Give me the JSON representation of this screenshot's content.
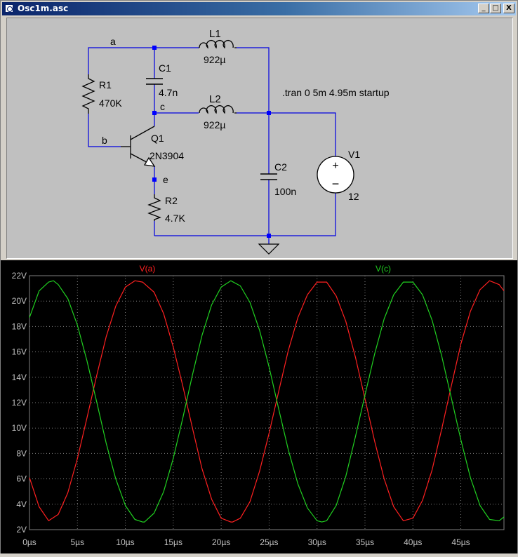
{
  "window": {
    "title": "Osc1m.asc",
    "minimize": "_",
    "maximize": "□",
    "close": "X"
  },
  "schematic": {
    "nodes": {
      "a": "a",
      "b": "b",
      "c": "c",
      "e": "e"
    },
    "components": {
      "L1": {
        "name": "L1",
        "value": "922µ"
      },
      "L2": {
        "name": "L2",
        "value": "922µ"
      },
      "C1": {
        "name": "C1",
        "value": "4.7n"
      },
      "C2": {
        "name": "C2",
        "value": "100n"
      },
      "R1": {
        "name": "R1",
        "value": "470K"
      },
      "R2": {
        "name": "R2",
        "value": "4.7K"
      },
      "Q1": {
        "name": "Q1",
        "value": "2N3904"
      },
      "V1": {
        "name": "V1",
        "value": "12"
      }
    },
    "directive": ".tran 0 5m 4.95m startup"
  },
  "chart_data": {
    "type": "line",
    "title": "",
    "xlabel": "",
    "ylabel": "",
    "xlim": [
      0,
      49.5
    ],
    "ylim": [
      2,
      22
    ],
    "x_ticks": [
      "0µs",
      "5µs",
      "10µs",
      "15µs",
      "20µs",
      "25µs",
      "30µs",
      "35µs",
      "40µs",
      "45µs"
    ],
    "y_ticks": [
      "2V",
      "4V",
      "6V",
      "8V",
      "10V",
      "12V",
      "14V",
      "16V",
      "18V",
      "20V",
      "22V"
    ],
    "grid": true,
    "background": "#000000",
    "grid_color": "#808080",
    "series": [
      {
        "name": "V(a)",
        "color": "#ff2020",
        "x": [
          0,
          1,
          2,
          3,
          4,
          5,
          6,
          7,
          8,
          9,
          10,
          11,
          11.8,
          13,
          14,
          15,
          16,
          17,
          18,
          19,
          20,
          21,
          21.2,
          22,
          23,
          24,
          25,
          26,
          27,
          28,
          29,
          30,
          31,
          32,
          33,
          34,
          35,
          36,
          37,
          38,
          39,
          40,
          41,
          42,
          43,
          44,
          45,
          46,
          47,
          48,
          49,
          49.5
        ],
        "values": [
          6.1,
          3.8,
          2.7,
          3.2,
          4.9,
          7.6,
          10.8,
          14.1,
          17.2,
          19.6,
          21.1,
          21.6,
          21.5,
          20.7,
          19.0,
          16.4,
          13.3,
          10.0,
          6.8,
          4.4,
          2.9,
          2.6,
          2.6,
          2.9,
          4.2,
          6.6,
          9.6,
          12.9,
          16.1,
          18.7,
          20.5,
          21.5,
          21.5,
          20.4,
          18.4,
          15.6,
          12.3,
          9.0,
          6.0,
          3.8,
          2.7,
          2.9,
          4.3,
          6.7,
          9.9,
          13.3,
          16.6,
          19.2,
          20.9,
          21.6,
          21.3,
          20.8
        ]
      },
      {
        "name": "V(c)",
        "color": "#20d020",
        "x": [
          0,
          1,
          2,
          2.5,
          3,
          4,
          5,
          6,
          7,
          8,
          9,
          10,
          11,
          11.8,
          12,
          13,
          14,
          15,
          16,
          17,
          18,
          19,
          20,
          21,
          22,
          23,
          24,
          25,
          26,
          27,
          28,
          29,
          30,
          30.5,
          31,
          32,
          33,
          34,
          35,
          36,
          37,
          38,
          39,
          40,
          41,
          42,
          43,
          44,
          45,
          46,
          47,
          48,
          49,
          49.5
        ],
        "values": [
          18.7,
          20.8,
          21.5,
          21.6,
          21.3,
          20.2,
          18.1,
          15.3,
          12.1,
          8.8,
          6.0,
          3.9,
          2.8,
          2.6,
          2.6,
          3.3,
          5.0,
          7.6,
          10.8,
          14.2,
          17.3,
          19.7,
          21.1,
          21.6,
          21.2,
          19.9,
          17.7,
          14.8,
          11.5,
          8.3,
          5.6,
          3.7,
          2.7,
          2.6,
          2.7,
          3.9,
          6.2,
          9.3,
          12.6,
          15.8,
          18.6,
          20.5,
          21.5,
          21.5,
          20.5,
          18.5,
          15.7,
          12.4,
          9.1,
          6.1,
          3.9,
          2.8,
          2.7,
          3.0
        ]
      }
    ]
  }
}
